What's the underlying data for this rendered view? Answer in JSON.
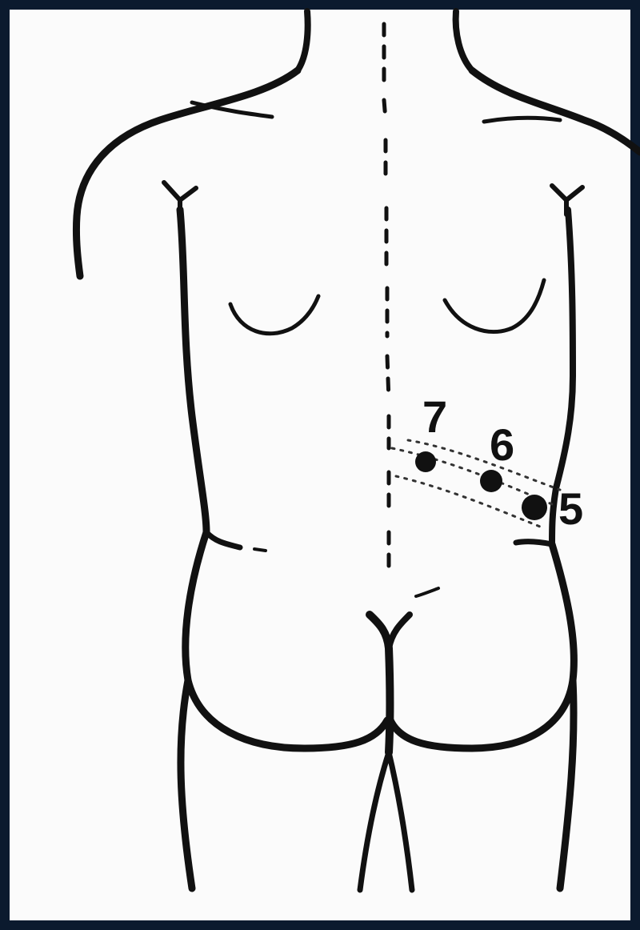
{
  "colors": {
    "outer_frame": "#0b1a2e",
    "paper": "#fbfbfb",
    "ink": "#111111"
  },
  "points": [
    {
      "label": "7"
    },
    {
      "label": "6"
    },
    {
      "label": "5"
    }
  ]
}
